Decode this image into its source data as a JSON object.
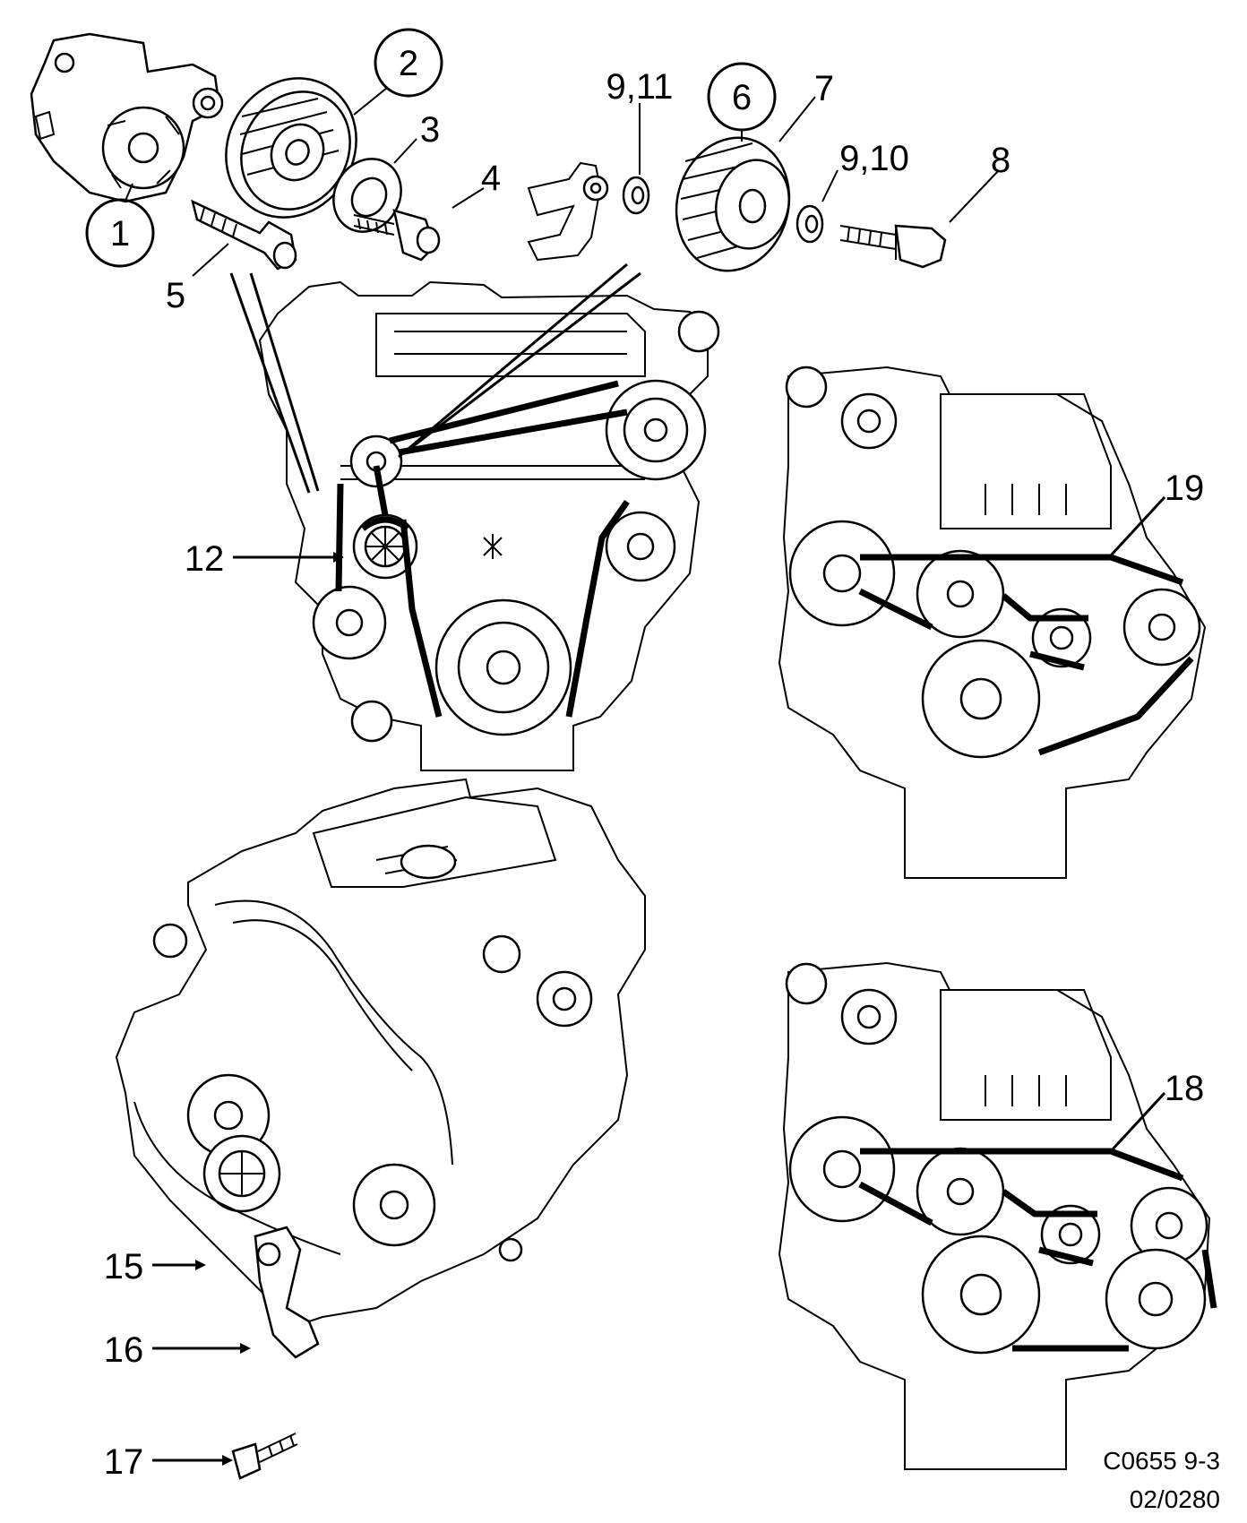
{
  "diagram": {
    "callouts": {
      "c1": "1",
      "c2": "2",
      "c3": "3",
      "c4": "4",
      "c5": "5",
      "c6": "6",
      "c7": "7",
      "c8": "8",
      "c9_10": "9,10",
      "c9_11": "9,11",
      "c12": "12",
      "c15": "15",
      "c16": "16",
      "c17": "17",
      "c18": "18",
      "c19": "19"
    },
    "drawing_code": "C0655 9-3",
    "drawing_ref": "02/0280"
  }
}
